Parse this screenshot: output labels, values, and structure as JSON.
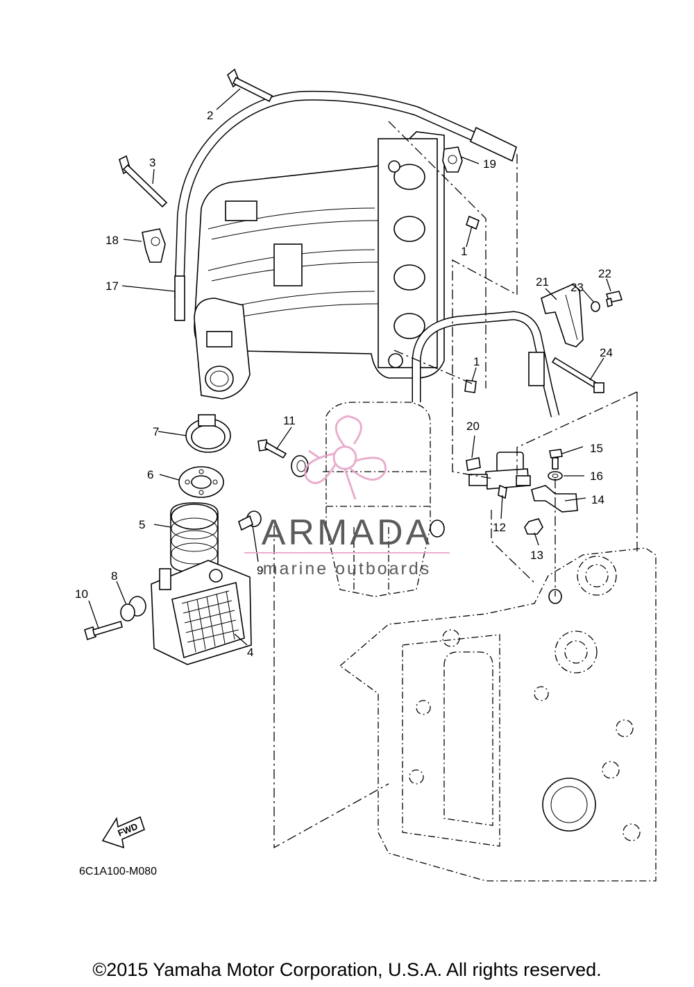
{
  "diagram": {
    "callouts": [
      "1",
      "1",
      "2",
      "3",
      "4",
      "5",
      "6",
      "7",
      "8",
      "9",
      "10",
      "11",
      "12",
      "13",
      "14",
      "15",
      "16",
      "17",
      "18",
      "19",
      "20",
      "21",
      "22",
      "23",
      "24"
    ],
    "fwd_label": "FWD",
    "drawing_code": "6C1A100-M080",
    "copyright": "©2015 Yamaha Motor Corporation, U.S.A. All rights reserved."
  },
  "watermark": {
    "brand": "ARMADA",
    "tagline": "marine outboards",
    "logo_color": "#e6a6c8",
    "text_color": "#4a4a4a"
  }
}
